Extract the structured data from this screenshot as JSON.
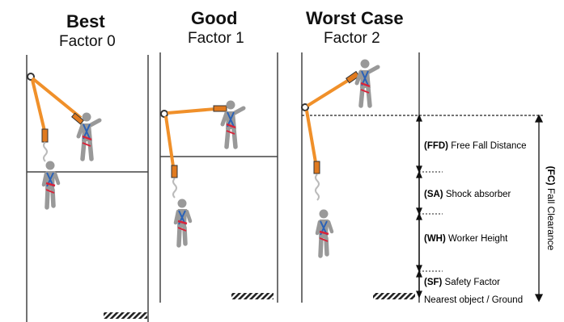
{
  "panels": [
    {
      "title": "Best",
      "factor": "Factor 0"
    },
    {
      "title": "Good",
      "factor": "Factor 1"
    },
    {
      "title": "Worst Case",
      "factor": "Factor 2"
    }
  ],
  "legend": {
    "ffd": {
      "abbr": "(FFD)",
      "text": " Free Fall Distance"
    },
    "sa": {
      "abbr": "(SA)",
      "text": "  Shock absorber"
    },
    "wh": {
      "abbr": "(WH)",
      "text": " Worker Height"
    },
    "sf": {
      "abbr": "(SF)",
      "text": " Safety Factor"
    },
    "ground": "Nearest object / Ground",
    "fc": {
      "abbr": "(FC)",
      "text": " Fall Clearance"
    }
  },
  "colors": {
    "lanyard": "#f0902a",
    "absorber": "#e07a1f",
    "figure": "#999999",
    "harness_blue": "#2a62b8",
    "harness_red": "#d8243a",
    "line": "#444444",
    "dim": "#111111"
  },
  "icons": [
    "anchor-icon",
    "worker-figure-icon",
    "shock-absorber-icon",
    "ground-hatch-icon"
  ]
}
